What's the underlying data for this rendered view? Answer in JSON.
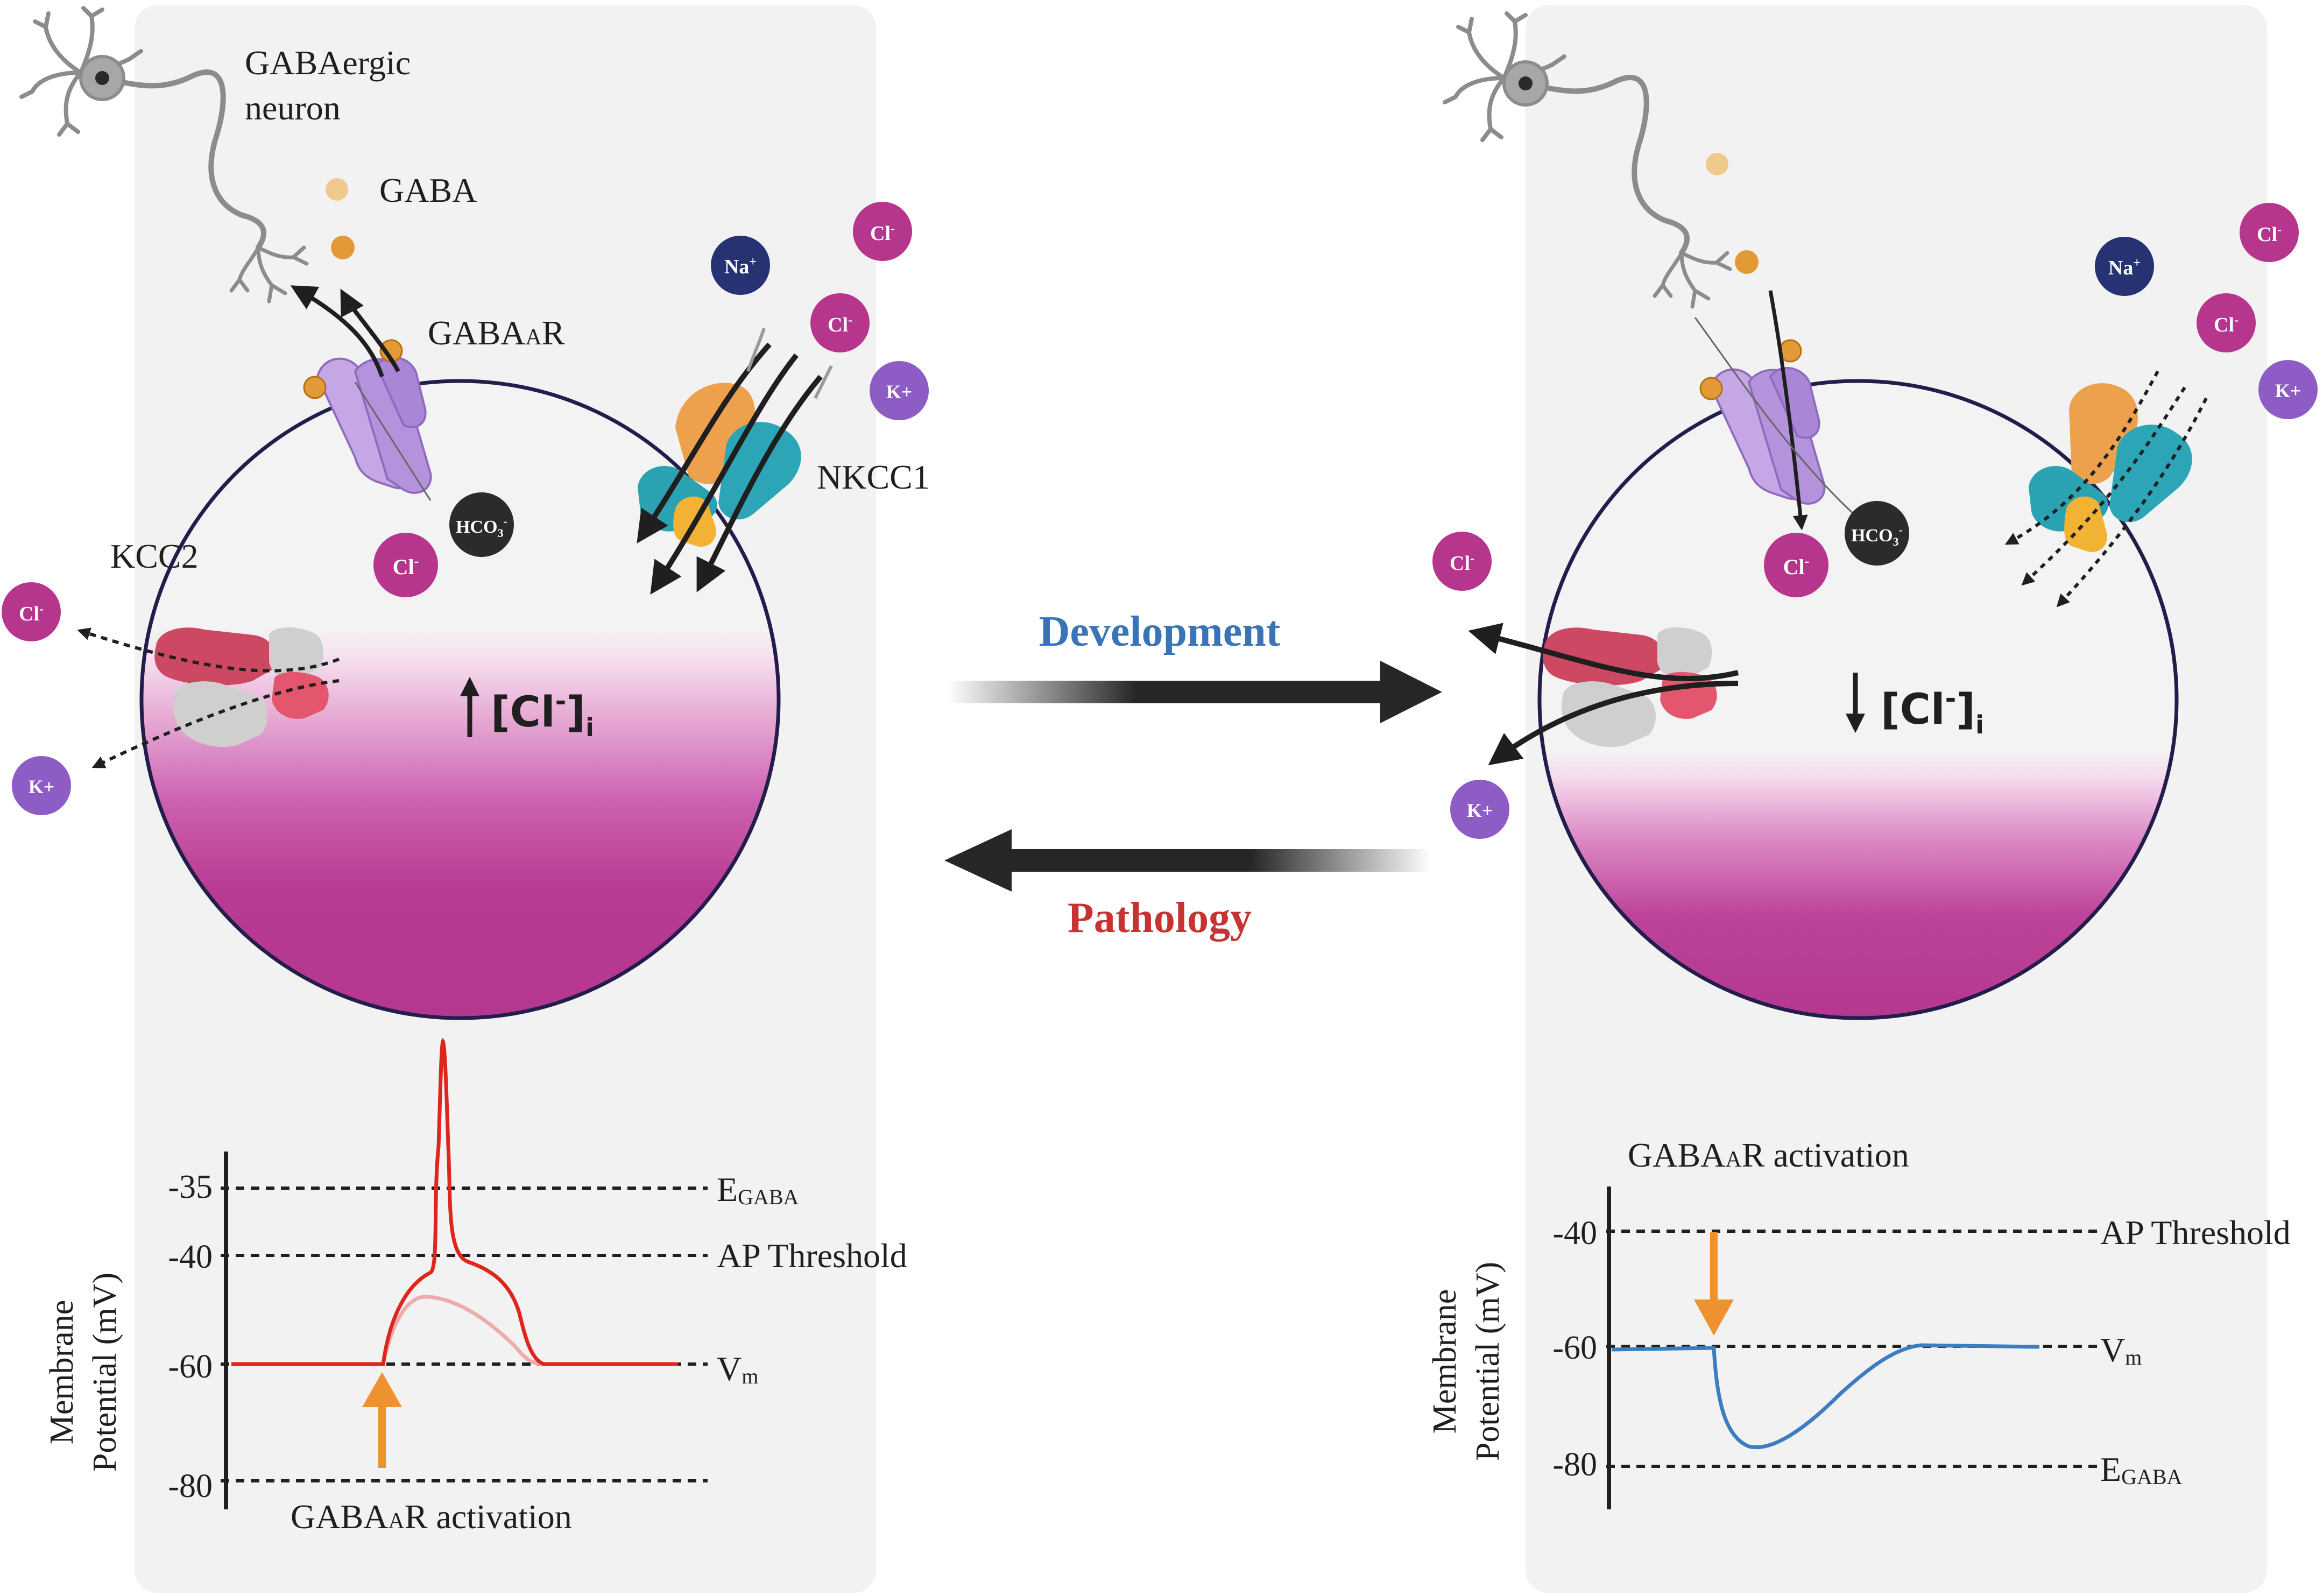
{
  "labels": {
    "gabaergic_line1": "GABAergic",
    "gabaergic_line2": "neuron",
    "gaba": "GABA",
    "gabaar_main": "GABA",
    "gabaar_sub": "A",
    "gabaar_end": "R",
    "nkcc1": "NKCC1",
    "kcc2": "KCC2",
    "cl_main": "[Cl",
    "cl_sup": "-",
    "cl_close": "]",
    "cl_sub": "i",
    "development": "Development",
    "pathology": "Pathology"
  },
  "ions": {
    "cl_main": "Cl",
    "cl_sup": "-",
    "na_main": "Na",
    "na_sup": "+",
    "k": "K+",
    "hco3_main": "HCO",
    "hco3_sub": "3",
    "hco3_sup": "-"
  },
  "plots": {
    "ylabel_line1": "Membrane",
    "ylabel_line2": "Potential (mV)",
    "activation_main": "GABA",
    "activation_sub": "A",
    "activation_end": "R activation",
    "egaba_main": "E",
    "egaba_sub": "GABA",
    "vm_main": "V",
    "vm_sub": "m",
    "ap_threshold": "AP Threshold",
    "left_ticks": [
      "-35",
      "-40",
      "-60",
      "-80"
    ],
    "right_ticks": [
      "-40",
      "-60",
      "-80"
    ]
  },
  "colors": {
    "panel_bg": "#f2f2f2",
    "cell_fill": "#b8378f",
    "cell_outline": "#231d4c",
    "cl_ion": "#b6368e",
    "na_ion": "#273272",
    "k_ion": "#8e5cc5",
    "hco3_ion": "#2b2b2b",
    "gaba_vesicle": "#e9a33a",
    "gabaar_receptor": "#bfa0e2",
    "nkcc1_orange": "#eda14c",
    "nkcc1_teal": "#2ca6b7",
    "kcc2_red": "#cd4863",
    "kcc2_gray": "#cfcfcf",
    "trace_red": "#e0251d",
    "trace_pink": "#eeabab",
    "trace_blue": "#3b7dc0",
    "activation_arrow": "#ee922f",
    "development_text": "#3a74b8",
    "pathology_text": "#c63332"
  }
}
